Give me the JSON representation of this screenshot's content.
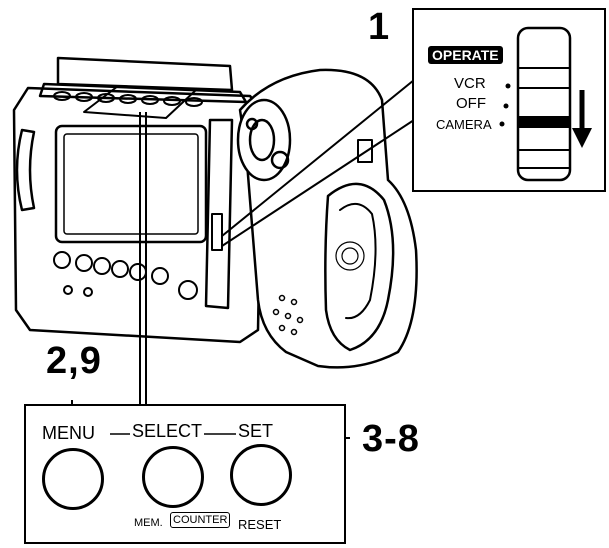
{
  "steps": {
    "step_1": "1",
    "step_2_9": "2,9",
    "step_3_8": "3-8"
  },
  "operate_switch": {
    "title": "OPERATE",
    "positions": [
      "VCR",
      "OFF",
      "CAMERA"
    ]
  },
  "control_panel": {
    "menu": "MENU",
    "select": "SELECT",
    "set": "SET",
    "mem": "MEM.",
    "counter": "COUNTER",
    "reset": "RESET"
  }
}
